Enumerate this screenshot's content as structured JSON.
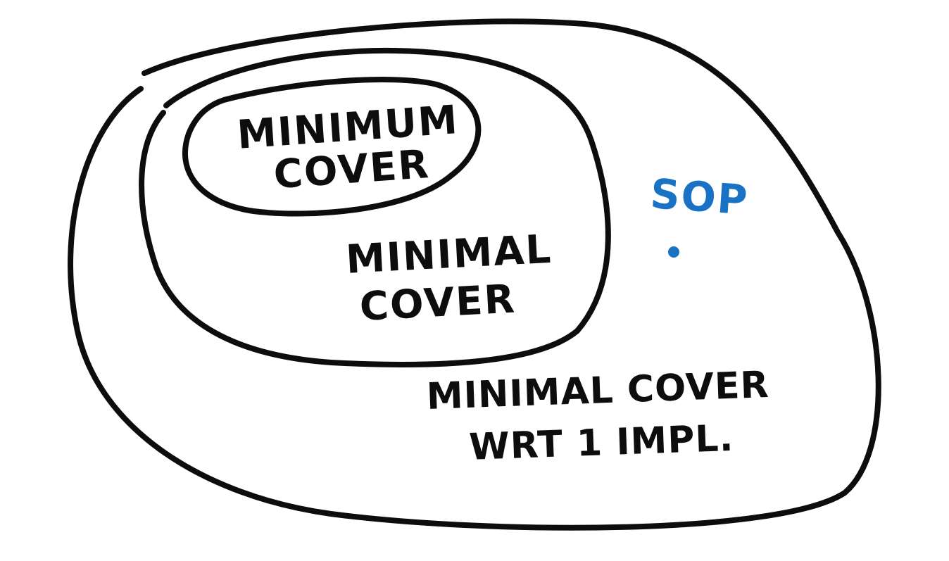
{
  "diagram": {
    "minimum_cover": {
      "line1": "MINIMUM",
      "line2": "COVER"
    },
    "minimal_cover": {
      "line1": "MINIMAL",
      "line2": "COVER"
    },
    "minimal_cover_wrt": {
      "line1": "MINIMAL COVER",
      "line2": "WRT 1 IMPL."
    },
    "sop": {
      "label": "SOP"
    }
  },
  "colors": {
    "ink": "#0d0d0d",
    "sop_blue": "#1a72c4",
    "background": "#ffffff"
  }
}
